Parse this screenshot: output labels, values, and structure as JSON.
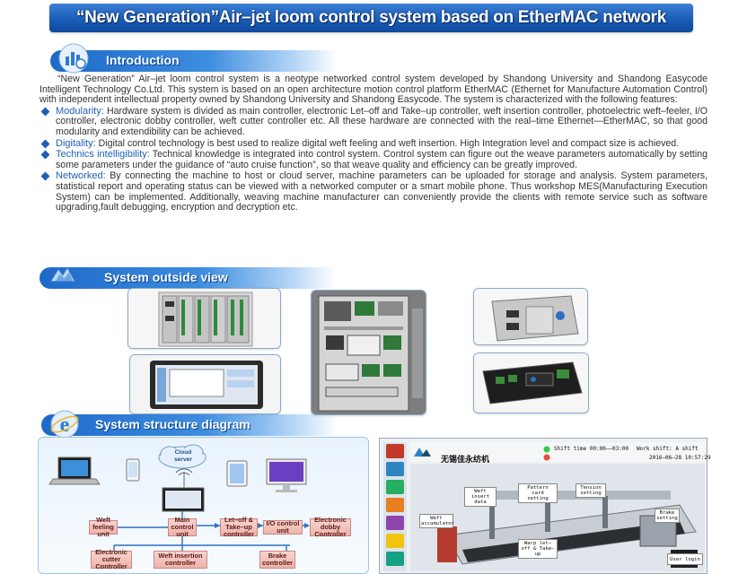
{
  "title": "“New Generation”Air–jet loom control system based on EtherMAC network",
  "sections": {
    "introduction": "Introduction",
    "outside_view": "System outside view",
    "structure": "System structure diagram"
  },
  "intro": {
    "paragraph": "“New Generation” Air–jet loom control system is a neotype networked control system developed by Shandong University and Shandong Easycode Intelligent Technology Co.Ltd. This system is based on an open architecture motion control platform EtherMAC (Ethernet for Manufacture Automation Control) with independent intellectual property owned by Shandong University and Shandong Easycode. The system is characterized with the following features:",
    "features": [
      {
        "keyword": "Modularity:",
        "text": " Hardware system is divided as main controller, electronic Let–off and Take–up controller, weft insertion controller, photoelectric weft–feeler, I/O controller, electronic dobby controller, weft cutter controller etc. All these hardware are connected with the real–time Ethernet—EtherMAC, so that good modularity and extendibility can be achieved."
      },
      {
        "keyword": "Digitality:",
        "text": " Digital control technology is best used to realize digital weft feeling and weft insertion. High Integration level and compact size is achieved."
      },
      {
        "keyword": "Technics intelligibility:",
        "text": " Technical knowledge is integrated into control system. Control system can figure out the weave parameters automatically by setting some parameters under the guidance of “auto cruise function”, so that weave quality and efficiency can be greatly improved."
      },
      {
        "keyword": "Networked:",
        "text": " By connecting the machine to host or cloud server, machine parameters can be uploaded for storage and analysis. System parameters, statistical report and operating status can be viewed with a networked computer or a smart mobile phone. Thus workshop MES(Manufacturing Execution System) can be implemented. Additionally, weaving machine manufacturer can conveniently provide the clients with remote service such as software upgrading,fault debugging, encryption and decryption etc."
      }
    ]
  },
  "diagram": {
    "cloud": "Cloud server",
    "blocks": {
      "weft_feeling": "Weft feeling unit",
      "main_control": "Main control unit",
      "let_off": "Let–off & Take–up controller",
      "io_control": "I/O control unit",
      "dobby": "Electronic dobby Controller",
      "cutter": "Electronic cutter Controller",
      "weft_insertion": "Weft insertion controller",
      "brake": "Brake controller"
    }
  },
  "hmi": {
    "company": "无锡佳永纺机",
    "shift_time": "Shift time 00:00——03:00",
    "work_shift": "Work shift: A shift",
    "datetime": "2016–06–28 10:57:29",
    "buttons": {
      "weft_insert": "Weft insert data",
      "pattern": "Pattern card setting",
      "tension": "Tension setting",
      "accumulator": "Weft accumulator",
      "brake": "Brake setting",
      "warp": "Warp let–off & Take–up",
      "login": "User login"
    }
  },
  "colors": {
    "brand_blue": "#1d5fb8",
    "block_fill": "#eeb3ab"
  }
}
